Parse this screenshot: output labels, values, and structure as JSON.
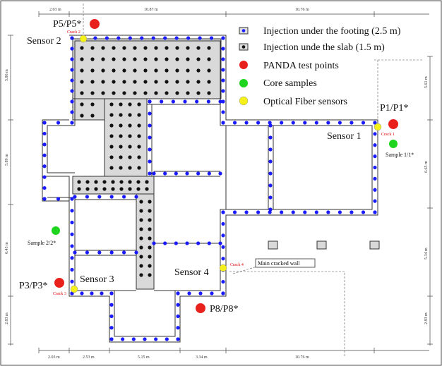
{
  "dimensions": {
    "top": [
      "2.03 m",
      "10.87 m",
      "10.76 m"
    ],
    "bottom": [
      "2.03 m",
      "2.53 m",
      "5.15 m",
      "3.34 m",
      "10.76 m"
    ],
    "left": [
      "5.86 m",
      "5.89 m",
      "6.45 m",
      "2.83 m"
    ],
    "right": [
      "5.61 m",
      "6.65 m",
      "5.34 m",
      "2.83 m"
    ]
  },
  "legend": {
    "items": [
      {
        "label": "Injection under the footing (2.5 m)",
        "icon": "blue-dot-square-icon",
        "color": "#1a1aff"
      },
      {
        "label": "Injection unde the slab (1.5 m)",
        "icon": "black-dot-square-icon",
        "color": "#111111"
      },
      {
        "label": "PANDA test points",
        "icon": "red-circle-icon",
        "color": "#e8211d"
      },
      {
        "label": "Core samples",
        "icon": "green-circle-icon",
        "color": "#1ed41e"
      },
      {
        "label": "Optical Fiber sensors",
        "icon": "yellow-circle-icon",
        "color": "#f5ef1a"
      }
    ]
  },
  "labels": {
    "sensor1": "Sensor 1",
    "sensor2": "Sensor 2",
    "sensor3": "Sensor 3",
    "sensor4": "Sensor 4",
    "p1": "P1/P1*",
    "p3": "P3/P3*",
    "p5": "P5/P5*",
    "p8": "P8/P8*",
    "sample1": "Sample 1/1*",
    "sample2": "Sample 2/2*",
    "crack1": "Crack 1",
    "crack2": "Crack 2",
    "crack3": "Crack 3",
    "crack4": "Crack 4",
    "main_wall": "Main cracked wall"
  }
}
